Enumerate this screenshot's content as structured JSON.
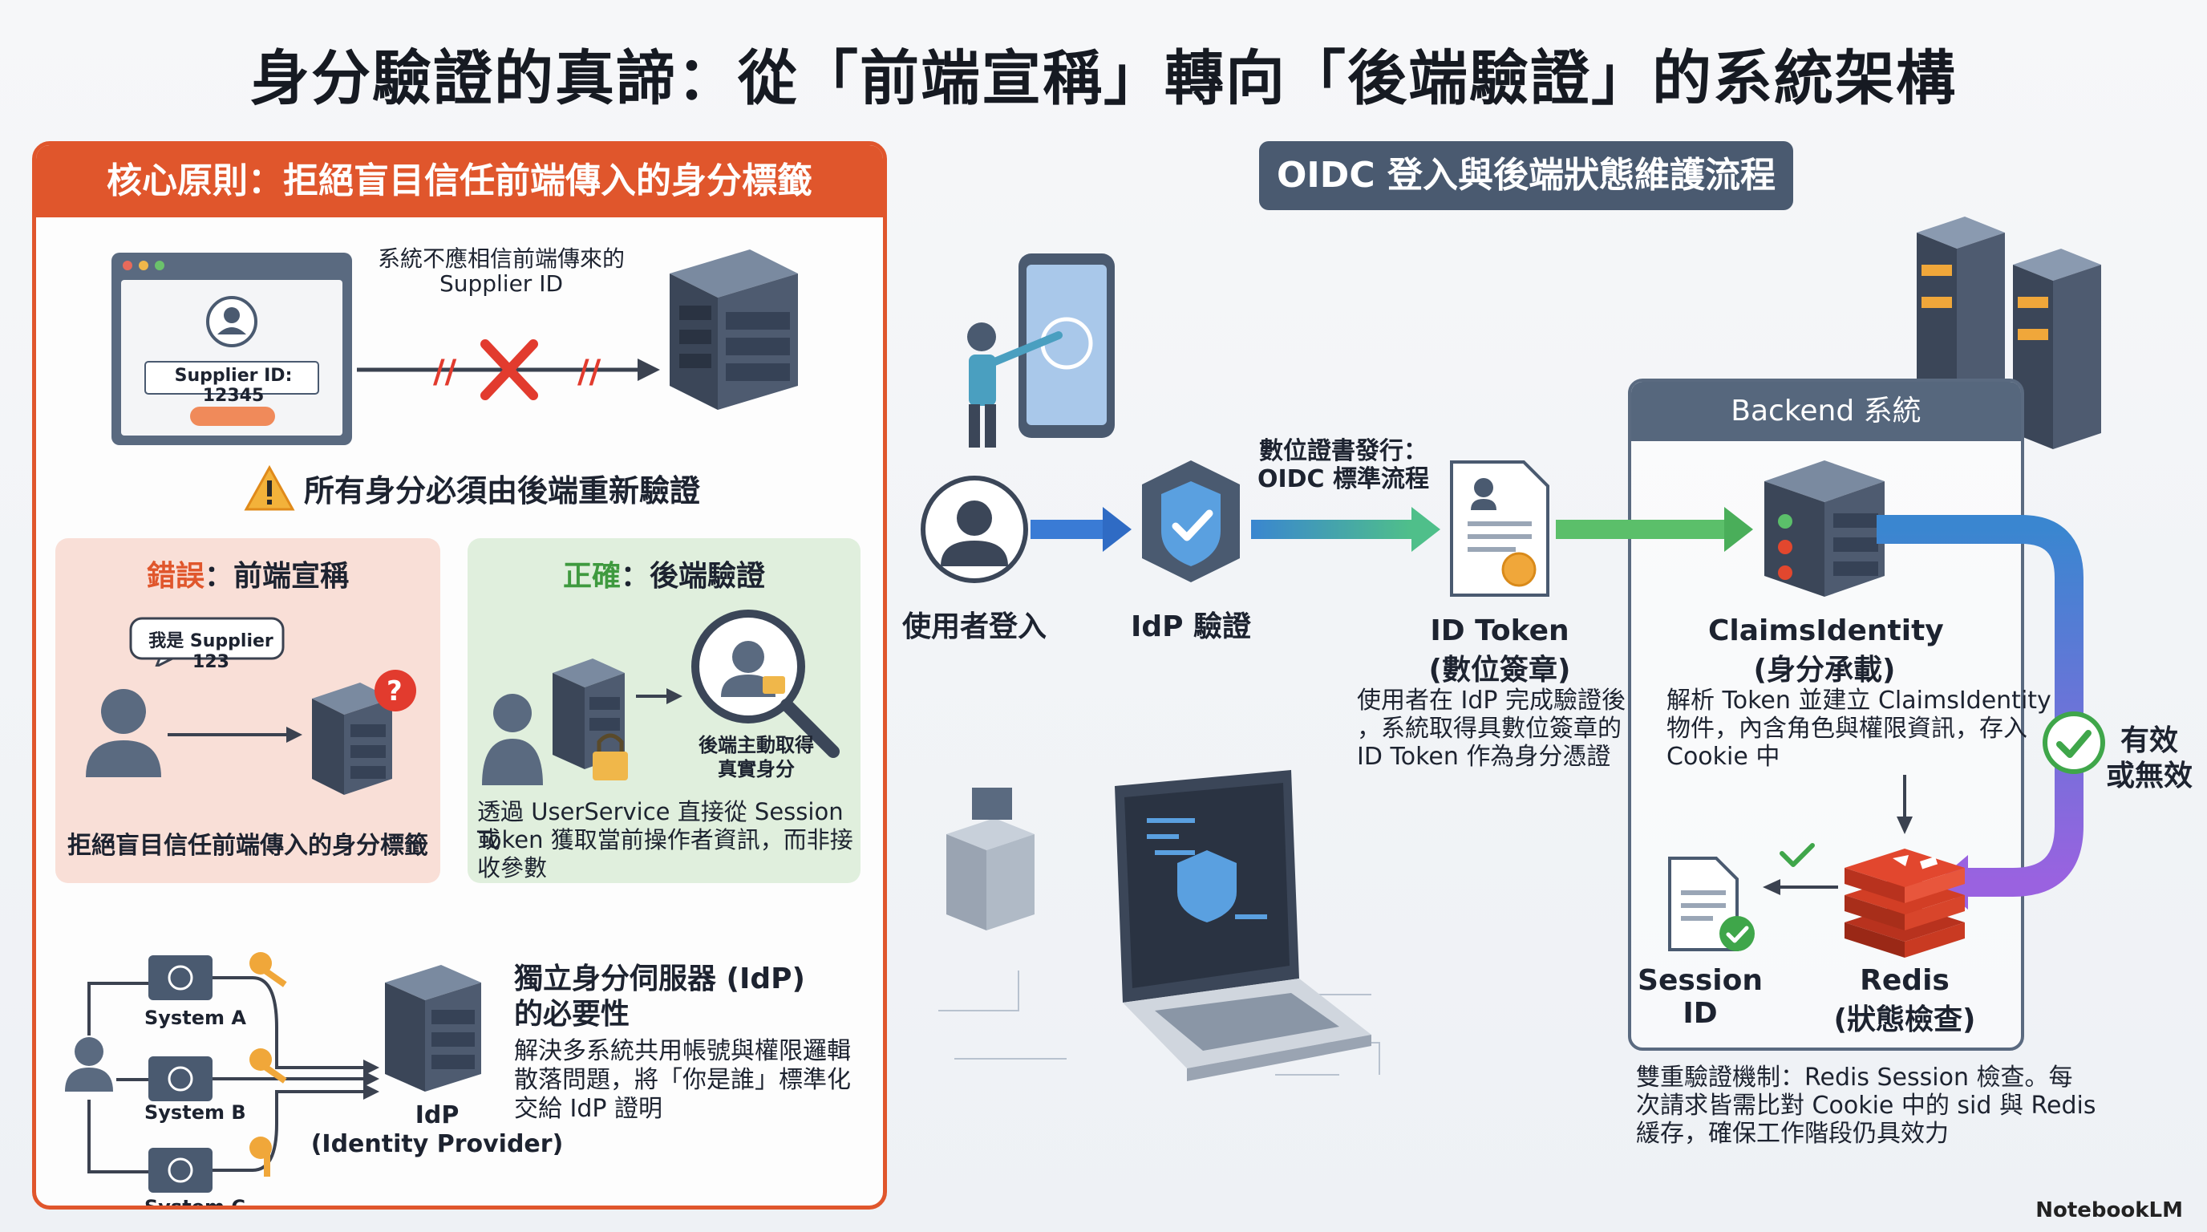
{
  "title": "身分驗證的真諦：從「前端宣稱」轉向「後端驗證」的系統架構",
  "left": {
    "header": "核心原則：拒絕盲目信任前端傳入的身分標籤",
    "supplier_box_label": "Supplier ID: 12345",
    "arrow_caption_line1": "系統不應相信前端傳來的",
    "arrow_caption_line2": "Supplier ID",
    "warning": "所有身分必須由後端重新驗證",
    "wrong_title_a": "錯誤",
    "wrong_title_b": "：前端宣稱",
    "wrong_bubble": "我是 Supplier 123",
    "wrong_caption": "拒絕盲目信任前端傳入的身分標籤",
    "right_title_a": "正確",
    "right_title_b": "：後端驗證",
    "right_icon_caption_line1": "後端主動取得",
    "right_icon_caption_line2": "真實身分",
    "right_caption_line1": "透過 UserService 直接從 Session 或",
    "right_caption_line2": "Token 獲取當前操作者資訊，而非接",
    "right_caption_line3": "收參數",
    "systems": [
      "System A",
      "System B",
      "System C"
    ],
    "idp_label_line1": "IdP",
    "idp_label_line2": "(Identity Provider)",
    "idp_title_line1": "獨立身分伺服器 (IdP)",
    "idp_title_line2": "的必要性",
    "idp_desc_line1": "解決多系統共用帳號與權限邏輯",
    "idp_desc_line2": "散落問題，將「你是誰」標準化",
    "idp_desc_line3": "交給 IdP 證明"
  },
  "right": {
    "header": "OIDC 登入與後端狀態維護流程",
    "user_login": "使用者登入",
    "idp_verify": "IdP 驗證",
    "cert_caption_line1": "數位證書發行：",
    "cert_caption_line2": "OIDC 標準流程",
    "id_token_line1": "ID Token",
    "id_token_line2": "(數位簽章)",
    "id_token_desc_line1": "使用者在 IdP 完成驗證後",
    "id_token_desc_line2": "，系統取得具數位簽章的",
    "id_token_desc_line3": "ID Token 作為身分憑證",
    "backend_head": "Backend 系統",
    "claims_line1": "ClaimsIdentity",
    "claims_line2": "(身分承載)",
    "claims_desc_line1": "解析 Token 並建立 ClaimsIdentity",
    "claims_desc_line2": "物件，內含角色與權限資訊，存入",
    "claims_desc_line3": "Cookie 中",
    "valid_line1": "有效",
    "valid_line2": "或無效",
    "session_id": "Session ID",
    "redis_line1": "Redis",
    "redis_line2": "(狀態檢查)",
    "dual_line1": "雙重驗證機制：Redis Session 檢查。每",
    "dual_line2": "次請求皆需比對 Cookie 中的 sid 與 Redis",
    "dual_line3": "緩存，確保工作階段仍具效力"
  },
  "brand": "NotebookLM",
  "colors": {
    "accent_orange": "#e0562c",
    "slate": "#4a5a70",
    "blue_arrow": "#3a7bd5",
    "green_arrow": "#5bbf6a",
    "purple_arrow": "#9a62e0",
    "redis_red": "#e2472e",
    "check_green": "#3fa64a"
  },
  "icons": [
    "user-icon",
    "server-icon",
    "shield-check-icon",
    "certificate-icon",
    "key-icon",
    "monitor-icon",
    "warning-icon",
    "lock-icon",
    "magnifier-icon",
    "document-icon",
    "laptop-icon",
    "redis-icon",
    "check-icon",
    "question-icon"
  ]
}
